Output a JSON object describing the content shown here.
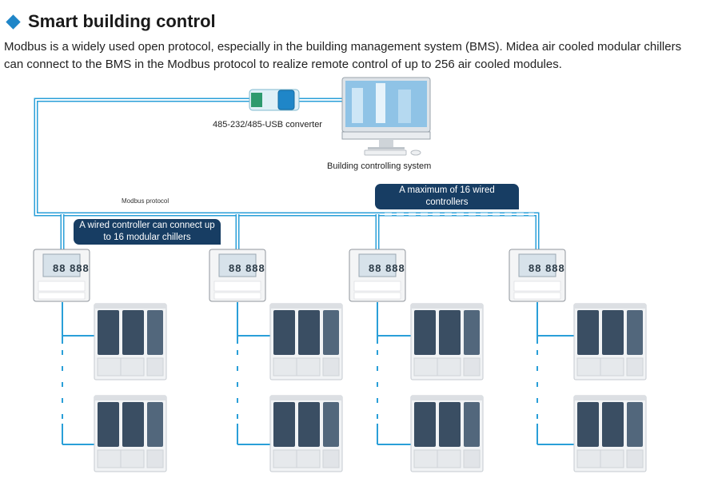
{
  "header": {
    "title": "Smart building control",
    "description": "Modbus is a widely used open protocol, especially in the building management system (BMS). Midea air cooled modular chillers can connect to the BMS in the Modbus protocol to realize remote control of up to 256 air cooled modules."
  },
  "diagram": {
    "converter_label": "485-232/485-USB converter",
    "computer_label": "Building controlling system",
    "protocol_label": "Modbus protocol",
    "callout_wired": "A wired controller can connect up to 16 modular chillers",
    "callout_max": "A maximum of 16 wired controllers",
    "controller_display": "88 888",
    "colors": {
      "line": "#2a9fd8",
      "line_fill": "#bfe4f7",
      "callout": "#173d63",
      "accent": "#1f86c8",
      "chiller_panel": "#3a4e63",
      "converter": "#2e9a6e"
    }
  }
}
